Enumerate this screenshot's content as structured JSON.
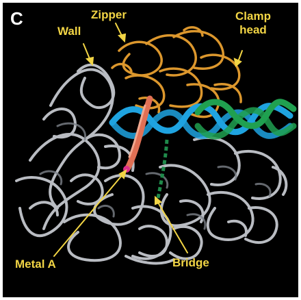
{
  "panel": {
    "letter": "C"
  },
  "labels": {
    "wall": "Wall",
    "zipper": "Zipper",
    "clamp_line1": "Clamp",
    "clamp_line2": "head",
    "metal_a": "Metal A",
    "bridge": "Bridge"
  },
  "colors": {
    "background": "#000000",
    "label": "#f2d545",
    "protein": "#c9cdd3",
    "clamp": "#e8a030",
    "dna_template": "#1fa3e0",
    "dna_nontemplate": "#20a050",
    "rna": "#e07055",
    "bridge_helix": "#1f8a4a",
    "metal_ion": "#e0308a"
  }
}
